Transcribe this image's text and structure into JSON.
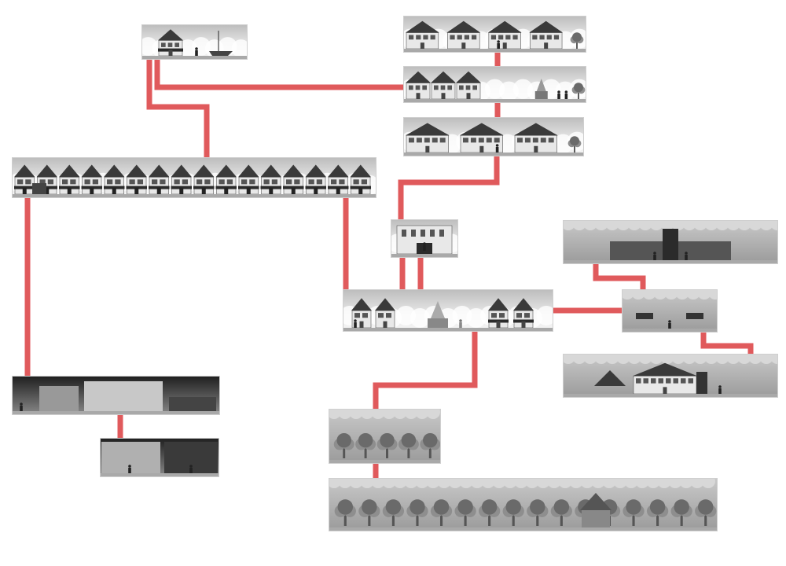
{
  "colors": {
    "background": "#ffffff",
    "connector": "#e05a5c",
    "sky_light": "#f4f4f4",
    "sky_dark": "#bcbcbc",
    "ground": "#a9a9a9",
    "wall": "#e8e8e8",
    "roof": "#3a3a3a",
    "dark": "#2b2b2b",
    "tree": "#8e8e8e",
    "tree_dark": "#6a6a6a",
    "stone": "#7a7a7a"
  },
  "rooms": [
    {
      "id": "harbor",
      "scene": "harbor",
      "item_count": 3
    },
    {
      "id": "town-upper-1",
      "scene": "houses",
      "item_count": 4
    },
    {
      "id": "town-upper-2",
      "scene": "fountain-street",
      "item_count": 3
    },
    {
      "id": "town-upper-3",
      "scene": "houses",
      "item_count": 3
    },
    {
      "id": "main-street",
      "scene": "shops",
      "item_count": 16
    },
    {
      "id": "manor",
      "scene": "manor",
      "item_count": 1
    },
    {
      "id": "town-square",
      "scene": "square",
      "item_count": 5
    },
    {
      "id": "estate-gate",
      "scene": "estate",
      "item_count": 1
    },
    {
      "id": "crossroads",
      "scene": "crossroads",
      "item_count": 3
    },
    {
      "id": "farmhouse",
      "scene": "farm",
      "item_count": 2
    },
    {
      "id": "underground-1",
      "scene": "underground",
      "item_count": 3
    },
    {
      "id": "underground-2",
      "scene": "underground2",
      "item_count": 2
    },
    {
      "id": "forest-1",
      "scene": "forest",
      "item_count": 5
    },
    {
      "id": "forest-2",
      "scene": "forest-hut",
      "item_count": 16
    }
  ],
  "connections": [
    {
      "from": "harbor",
      "to": "town-upper-2"
    },
    {
      "from": "harbor",
      "to": "main-street"
    },
    {
      "from": "town-upper-1",
      "to": "town-upper-2"
    },
    {
      "from": "town-upper-2",
      "to": "town-upper-3"
    },
    {
      "from": "town-upper-3",
      "to": "manor"
    },
    {
      "from": "manor",
      "to": "town-square"
    },
    {
      "from": "main-street",
      "to": "town-square"
    },
    {
      "from": "main-street",
      "to": "underground-1"
    },
    {
      "from": "underground-1",
      "to": "underground-2"
    },
    {
      "from": "town-square",
      "to": "crossroads"
    },
    {
      "from": "estate-gate",
      "to": "crossroads"
    },
    {
      "from": "crossroads",
      "to": "farmhouse"
    },
    {
      "from": "town-square",
      "to": "forest-1"
    },
    {
      "from": "forest-1",
      "to": "forest-2"
    }
  ]
}
